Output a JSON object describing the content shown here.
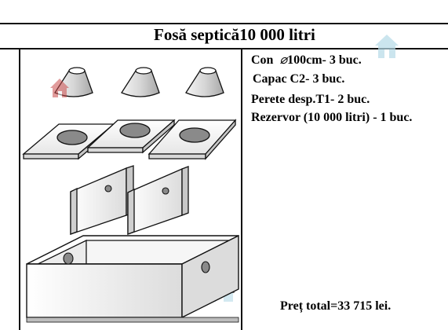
{
  "document": {
    "title": "Fosă septică10 000 litri",
    "items": [
      {
        "label": "Con",
        "symbol": "⌀",
        "text": "100cm- 3 buc."
      },
      {
        "label": "Capac C2- 3 buc."
      },
      {
        "label": "Perete desp.T1- 2 buc."
      },
      {
        "label": "Rezervor (10 000 litri) - 1 buc."
      }
    ],
    "total": "Preț total=33 715 lei."
  },
  "colors": {
    "line": "#111111",
    "shape_fill": "#f2f2f2",
    "hole_fill": "#8a8a8a",
    "watermark": "#b6dbe8",
    "watermark_red": "#c94a4a"
  },
  "icons": [
    "house-watermark-icon"
  ]
}
